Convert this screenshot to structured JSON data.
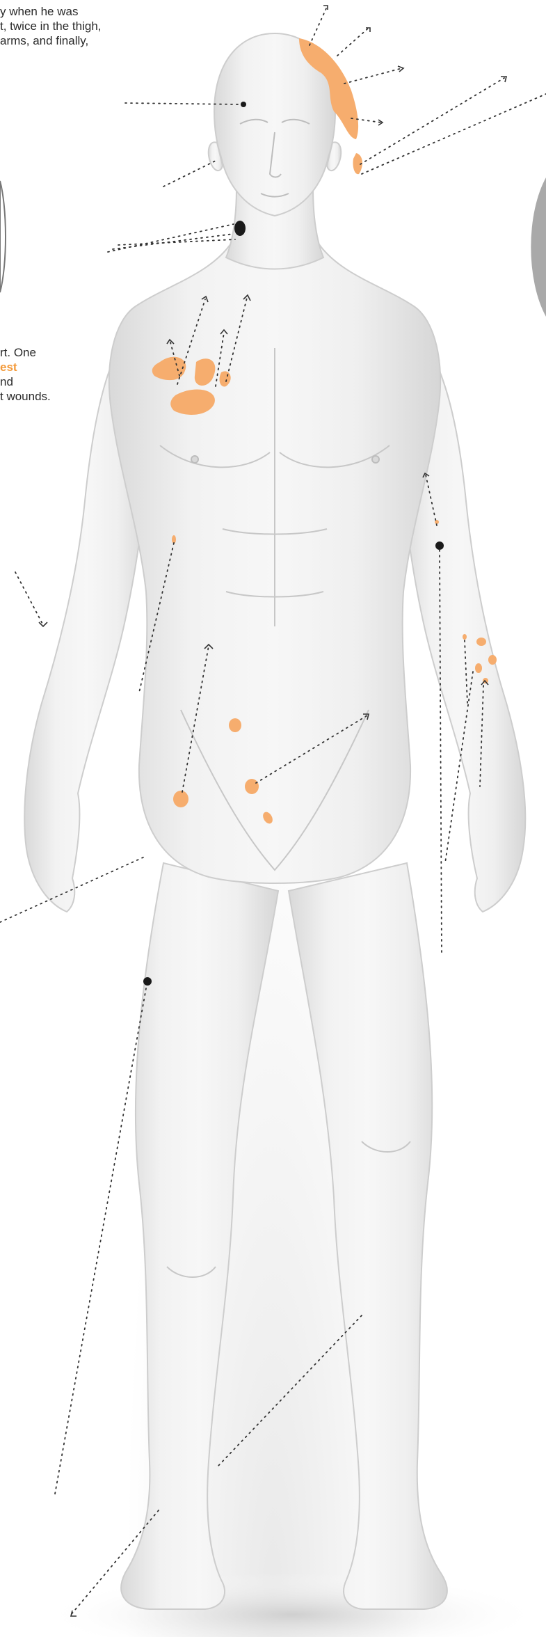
{
  "captions": {
    "top_lines": "y when he was\nt, twice in the thigh,\narms, and finally,",
    "chest_line1": "rt. One",
    "chest_highlight": "est",
    "chest_line3": "nd\nt wounds."
  },
  "colors": {
    "skin": "#ededed",
    "skin_shadow": "#cfcfcf",
    "wound_orange": "#f6ad6e",
    "wound_dark": "#1a1a1a",
    "highlight_text": "#f39a3a",
    "leader_line": "#333333"
  },
  "wounds": [
    {
      "name": "scalp-wound",
      "color": "orange"
    },
    {
      "name": "ear-wound",
      "color": "orange"
    },
    {
      "name": "forehead-wound",
      "color": "dark"
    },
    {
      "name": "jaw-wound",
      "color": "dark"
    },
    {
      "name": "shoulder-wound-cluster",
      "color": "orange"
    },
    {
      "name": "upper-arm-wound",
      "color": "dark"
    },
    {
      "name": "forearm-wound-cluster",
      "color": "orange"
    },
    {
      "name": "torso-side-wound",
      "color": "orange"
    },
    {
      "name": "abdomen-wound",
      "color": "orange"
    },
    {
      "name": "hip-wound",
      "color": "orange"
    },
    {
      "name": "groin-wound",
      "color": "orange"
    },
    {
      "name": "thigh-wound",
      "color": "dark"
    }
  ]
}
